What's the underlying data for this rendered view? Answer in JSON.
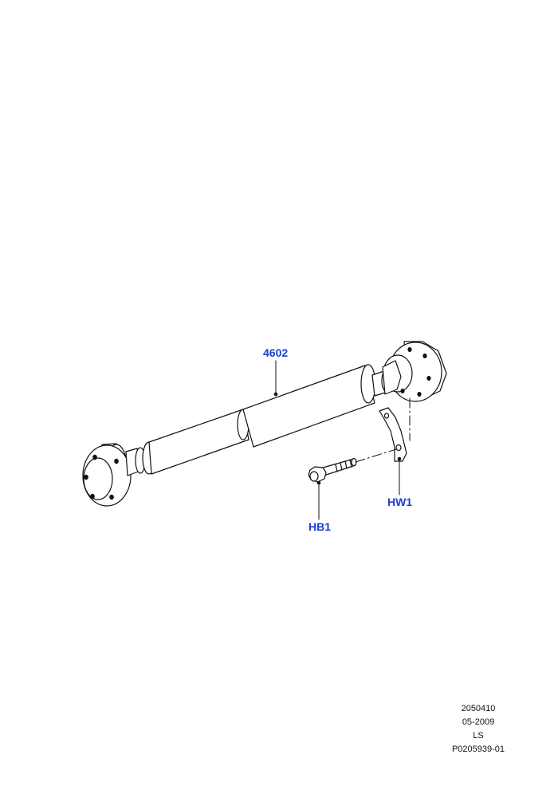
{
  "colors": {
    "callout": "#1a3fd0",
    "line": "#111111",
    "fill": "#ffffff"
  },
  "callouts": {
    "shaft": {
      "part_number": "4602"
    },
    "washer": {
      "part_number": "HW1"
    },
    "bolt": {
      "part_number": "HB1"
    }
  },
  "info_block": {
    "line1": "2050410",
    "line2": "05-2009",
    "line3": "LS",
    "line4": "P0205939-01"
  }
}
